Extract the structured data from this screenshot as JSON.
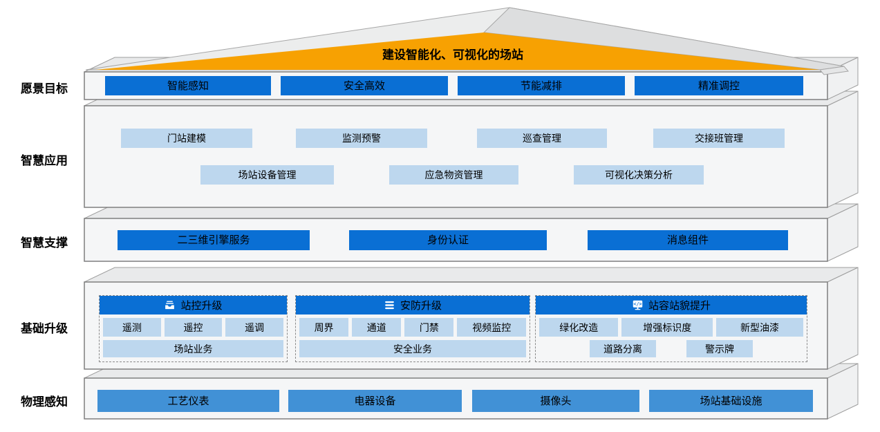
{
  "roof": {
    "title": "建设智能化、可视化的场站"
  },
  "colors": {
    "accent_blue": "#0a6fd4",
    "light_blue": "#bdd7ee",
    "medium_blue": "#4191d6",
    "roof_orange": "#f7a102"
  },
  "layers": {
    "vision": {
      "label": "愿景目标",
      "items": [
        "智能感知",
        "安全高效",
        "节能减排",
        "精准调控"
      ]
    },
    "apps": {
      "label": "智慧应用",
      "row1": [
        "门站建模",
        "监测预警",
        "巡查管理",
        "交接班管理"
      ],
      "row2": [
        "场站设备管理",
        "应急物资管理",
        "可视化决策分析"
      ]
    },
    "support": {
      "label": "智慧支撑",
      "items": [
        "二三维引擎服务",
        "身份认证",
        "消息组件"
      ]
    },
    "upgrade": {
      "label": "基础升级",
      "groups": [
        {
          "title": "站控升级",
          "icon": "inbox-icon",
          "items": [
            "遥测",
            "遥控",
            "遥调"
          ],
          "footer": "场站业务"
        },
        {
          "title": "安防升级",
          "icon": "layers-stack-icon",
          "items": [
            "周界",
            "通道",
            "门禁",
            "视频监控"
          ],
          "footer": "安全业务"
        },
        {
          "title": "站容站貌提升",
          "icon": "code-monitor-icon",
          "items": [
            "绿化改造",
            "增强标识度",
            "新型油漆"
          ],
          "row2": [
            "道路分离",
            "警示牌"
          ]
        }
      ]
    },
    "physical": {
      "label": "物理感知",
      "items": [
        "工艺仪表",
        "电器设备",
        "摄像头",
        "场站基础设施"
      ]
    }
  }
}
